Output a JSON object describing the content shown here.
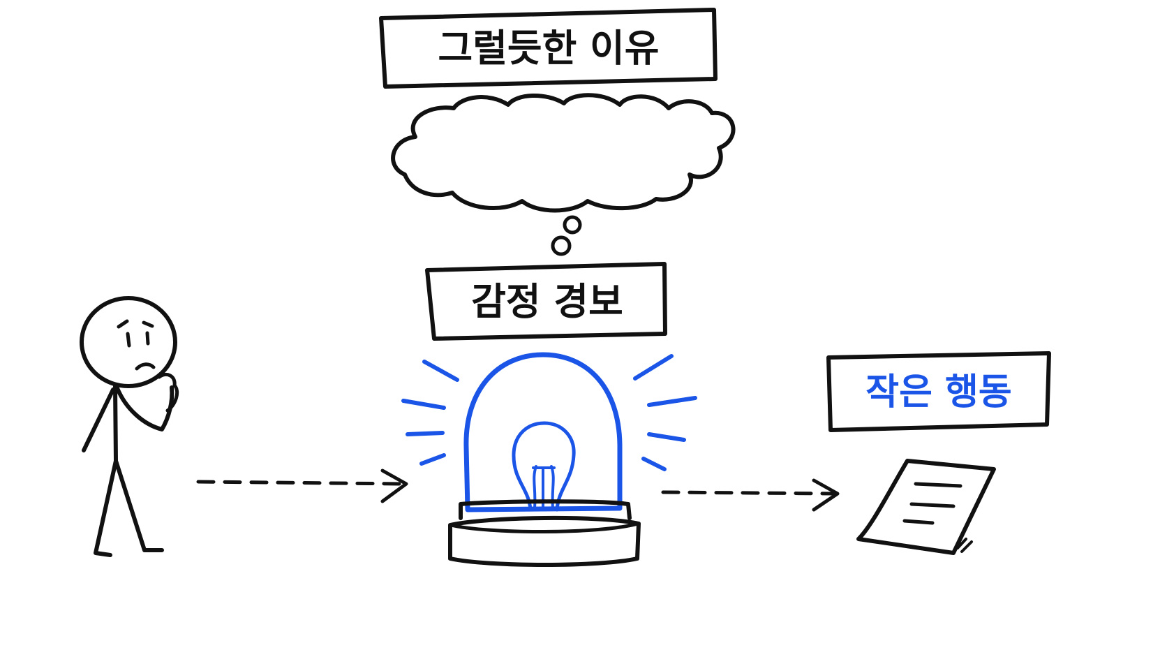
{
  "labels": {
    "plausible_reason": "그럴듯한 이유",
    "emotion_alarm": "감정 경보",
    "small_action": "작은 행동"
  },
  "colors": {
    "ink": "#111111",
    "accent": "#1a55e8",
    "background": "#ffffff"
  },
  "icons": [
    "thinking-person-icon",
    "thought-cloud-icon",
    "alarm-light-icon",
    "light-bulb-icon",
    "paper-note-icon",
    "dashed-arrow-icon"
  ]
}
